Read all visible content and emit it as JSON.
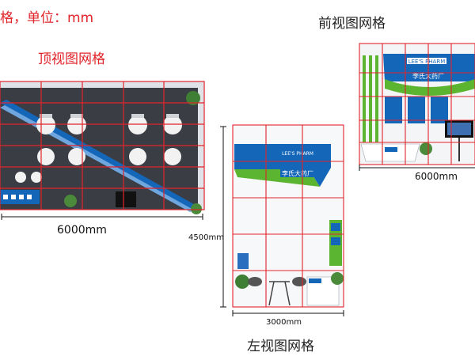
{
  "header": {
    "unit_note": "格，单位：mm"
  },
  "top_view": {
    "title": "顶视图网格",
    "width_label": "6000mm"
  },
  "front_view": {
    "title": "前视图网格",
    "width_label": "6000mm",
    "brand_en": "LEE'S PHARM",
    "brand_cn": "李氏大药厂"
  },
  "left_view": {
    "title": "左视图网格",
    "width_label": "3000mm",
    "height_label": "4500mm",
    "brand_en": "LEE'S PHARM",
    "brand_cn": "李氏大药厂"
  },
  "colors": {
    "grid_red": "#e0242a",
    "carpet": "#3a3d44",
    "brand_blue": "#1466b8",
    "accent_green": "#5cb531"
  }
}
